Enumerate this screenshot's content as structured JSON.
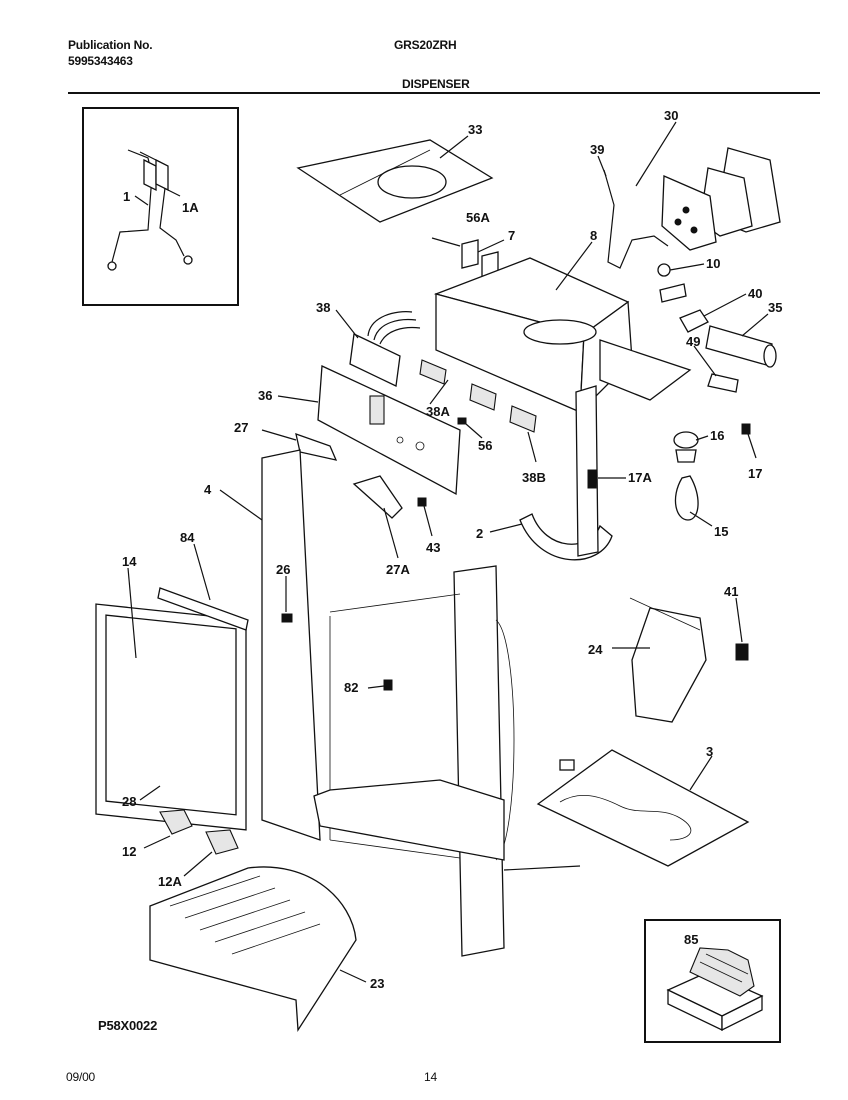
{
  "header": {
    "publication_label": "Publication No.",
    "publication_number": "5995343463",
    "model": "GRS20ZRH",
    "section_title": "DISPENSER"
  },
  "footer": {
    "diagram_code": "P58X0022",
    "date": "09/00",
    "page_number": "14"
  },
  "part_labels": {
    "p1": "1",
    "p1a": "1A",
    "p33": "33",
    "p30": "30",
    "p39": "39",
    "p56a": "56A",
    "p7": "7",
    "p8": "8",
    "p10": "10",
    "p40": "40",
    "p35": "35",
    "p38": "38",
    "p49": "49",
    "p36": "36",
    "p38a": "38A",
    "p56": "56",
    "p16": "16",
    "p27": "27",
    "p38b": "38B",
    "p17a": "17A",
    "p17": "17",
    "p4": "4",
    "p43": "43",
    "p2": "2",
    "p15": "15",
    "p84": "84",
    "p27a": "27A",
    "p14": "14",
    "p26": "26",
    "p41": "41",
    "p24": "24",
    "p82": "82",
    "p3": "3",
    "p28": "28",
    "p12": "12",
    "p12a": "12A",
    "p85": "85",
    "p23": "23"
  }
}
